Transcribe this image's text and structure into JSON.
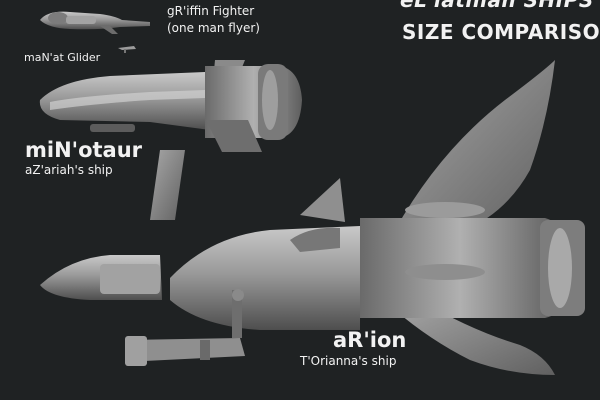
{
  "heading": {
    "line1": "eL'iathian SHIPS",
    "line2": "SIZE COMPARISON"
  },
  "ships": {
    "griffin": {
      "name": "gR'iffin Fighter",
      "subtitle": "(one man flyer)"
    },
    "manat": {
      "name": "maN'at Glider"
    },
    "minotaur": {
      "name": "miN'otaur",
      "subtitle": "aZ'ariah's ship"
    },
    "arion": {
      "name": "aR'ion",
      "subtitle": "T'Orianna's ship"
    }
  },
  "colors": {
    "background": "#1f2223",
    "hull": "#8c8c8c",
    "hull_light": "#b5b5b5",
    "hull_dark": "#5a5a5a",
    "text": "#f2f2f2"
  }
}
